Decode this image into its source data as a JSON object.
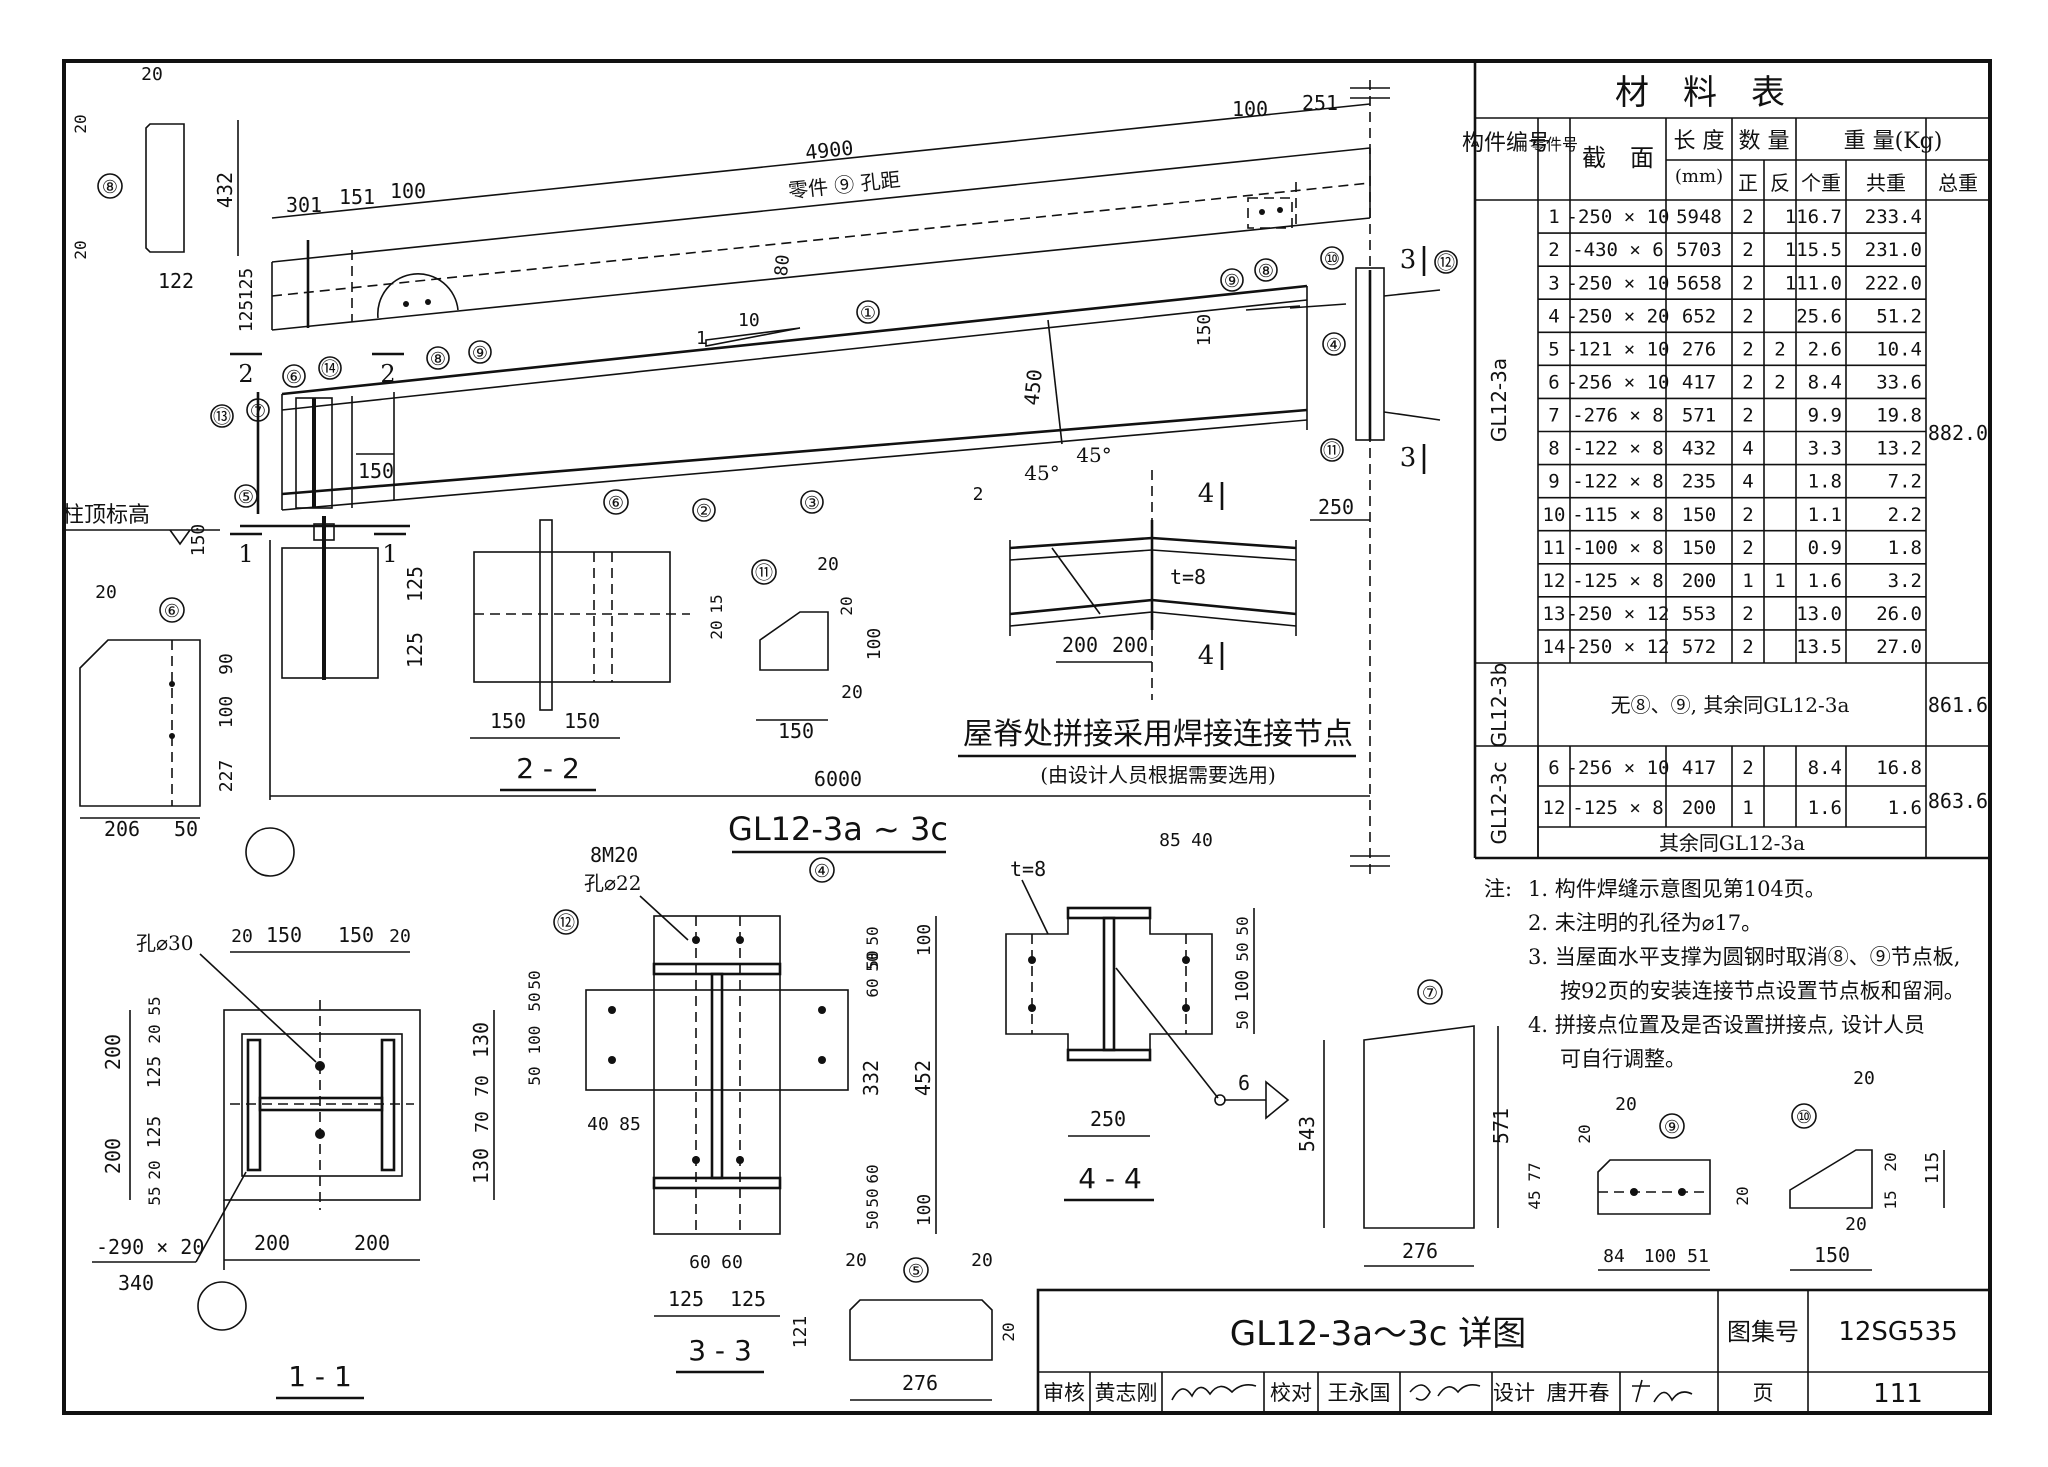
{
  "main_beam": {
    "dim_hole_spacing": "4900",
    "hole_spacing_label": "零件 ⑨ 孔距",
    "dim_301": "301",
    "dim_151": "151",
    "dim_100a": "100",
    "dim_100b": "100",
    "dim_251": "251",
    "dim_80": "80",
    "dim_125a": "125",
    "dim_125b": "125",
    "dim_150a": "150",
    "dim_450": "450",
    "dim_150b": "150",
    "dim_250": "250",
    "dim_6000": "6000",
    "dim_150c": "150",
    "slope_1": "1",
    "slope_10": "10",
    "col_top_label": "柱顶标高",
    "sec_2": "2",
    "sec_1": "1",
    "sec_3": "3",
    "sec_4": "4",
    "part_labels": [
      "①",
      "②",
      "③",
      "④",
      "⑤",
      "⑥",
      "⑦",
      "⑧",
      "⑨",
      "⑩",
      "⑪",
      "⑫",
      "⑬",
      "⑭"
    ],
    "drawing_title": "GL12-3a ~ 3c"
  },
  "plate8": {
    "dim_20": "20",
    "dim_432": "432",
    "dim_122": "122",
    "dim_20b": "20",
    "dim_20c": "20"
  },
  "plate6": {
    "dim_20": "20",
    "dim_90": "90",
    "dim_100": "100",
    "dim_227": "227",
    "dim_206": "206",
    "dim_50": "50"
  },
  "section22": {
    "dim_125a": "125",
    "dim_125b": "125",
    "dim_150a": "150",
    "dim_150b": "150",
    "title": "2 - 2"
  },
  "plate11": {
    "dim_20a": "20",
    "dim_20b": "20",
    "dim_15": "15",
    "dim_100": "100",
    "dim_20c": "20",
    "dim_150": "150",
    "dim_20d": "20"
  },
  "ridge": {
    "angle_a": "45°",
    "angle_b": "45°",
    "dim_2": "2",
    "t_label": "t=8",
    "dim_200a": "200",
    "dim_200b": "200",
    "title": "屋脊处拼接采用焊接连接节点",
    "subtitle": "(由设计人员根据需要选用)"
  },
  "section11": {
    "hole": "孔⌀30",
    "d20a": "20",
    "d150a": "150",
    "d150b": "150",
    "d20b": "20",
    "d200a": "200",
    "d125a": "125",
    "d125b": "125",
    "d200b": "200",
    "d55a": "55",
    "d20c": "20",
    "d20d": "20",
    "d55b": "55",
    "d130a": "130",
    "d70a": "70",
    "d70b": "70",
    "d130b": "130",
    "d200c": "200",
    "d200d": "200",
    "plate": "-290 × 20",
    "d340": "340",
    "title": "1 - 1"
  },
  "section33": {
    "bolts": "8M20",
    "hole": "孔⌀22",
    "d50a": "50",
    "d50b": "50",
    "d100a": "100",
    "d50c": "50",
    "d50d": "50",
    "d60a": "60",
    "d50e": "50",
    "d332": "332",
    "d452": "452",
    "d60b": "60",
    "d50f": "50",
    "d50g": "50",
    "d100b": "100",
    "d40": "40",
    "d85": "85",
    "d60c": "60",
    "d60d": "60",
    "d125a": "125",
    "d125b": "125",
    "title": "3 - 3"
  },
  "section44": {
    "t_label": "t=8",
    "d85": "85",
    "d40": "40",
    "d50a": "50",
    "d50b": "50",
    "d100": "100",
    "d50c": "50",
    "d250": "250",
    "weld": "6",
    "title": "4 - 4"
  },
  "plate5": {
    "d20a": "20",
    "d20b": "20",
    "d121": "121",
    "d20c": "20",
    "d276": "276"
  },
  "plate7": {
    "d543": "543",
    "d571": "571",
    "d276": "276"
  },
  "plate9": {
    "d20": "20",
    "d20b": "20",
    "d45": "45",
    "d77": "77",
    "d84": "84",
    "d100": "100",
    "d51": "51"
  },
  "plate10": {
    "d20a": "20",
    "d20b": "20",
    "d20c": "20",
    "d15": "15",
    "d115": "115",
    "d20d": "20",
    "d150": "150"
  },
  "material_table": {
    "title": "材　料　表",
    "h_member": "构件编号",
    "h_part": "零件号",
    "h_section": "截　面",
    "h_length": "长 度",
    "h_length_unit": "(mm)",
    "h_qty": "数 量",
    "h_qty_pos": "正",
    "h_qty_neg": "反",
    "h_weight": "重 量(Kg)",
    "h_w_each": "个重",
    "h_w_sum": "共重",
    "h_w_total": "总重",
    "member_a": "GL12-3a",
    "total_a": "882.0",
    "rows_a": [
      {
        "no": "1",
        "sec": "-250 × 10",
        "len": "5948",
        "pos": "2",
        "neg": "",
        "each": "116.7",
        "sum": "233.4"
      },
      {
        "no": "2",
        "sec": "-430 × 6",
        "len": "5703",
        "pos": "2",
        "neg": "",
        "each": "115.5",
        "sum": "231.0"
      },
      {
        "no": "3",
        "sec": "-250 × 10",
        "len": "5658",
        "pos": "2",
        "neg": "",
        "each": "111.0",
        "sum": "222.0"
      },
      {
        "no": "4",
        "sec": "-250 × 20",
        "len": "652",
        "pos": "2",
        "neg": "",
        "each": "25.6",
        "sum": "51.2"
      },
      {
        "no": "5",
        "sec": "-121 × 10",
        "len": "276",
        "pos": "2",
        "neg": "2",
        "each": "2.6",
        "sum": "10.4"
      },
      {
        "no": "6",
        "sec": "-256 × 10",
        "len": "417",
        "pos": "2",
        "neg": "2",
        "each": "8.4",
        "sum": "33.6"
      },
      {
        "no": "7",
        "sec": "-276 × 8",
        "len": "571",
        "pos": "2",
        "neg": "",
        "each": "9.9",
        "sum": "19.8"
      },
      {
        "no": "8",
        "sec": "-122 × 8",
        "len": "432",
        "pos": "4",
        "neg": "",
        "each": "3.3",
        "sum": "13.2"
      },
      {
        "no": "9",
        "sec": "-122 × 8",
        "len": "235",
        "pos": "4",
        "neg": "",
        "each": "1.8",
        "sum": "7.2"
      },
      {
        "no": "10",
        "sec": "-115 × 8",
        "len": "150",
        "pos": "2",
        "neg": "",
        "each": "1.1",
        "sum": "2.2"
      },
      {
        "no": "11",
        "sec": "-100 × 8",
        "len": "150",
        "pos": "2",
        "neg": "",
        "each": "0.9",
        "sum": "1.8"
      },
      {
        "no": "12",
        "sec": "-125 × 8",
        "len": "200",
        "pos": "1",
        "neg": "1",
        "each": "1.6",
        "sum": "3.2"
      },
      {
        "no": "13",
        "sec": "-250 × 12",
        "len": "553",
        "pos": "2",
        "neg": "",
        "each": "13.0",
        "sum": "26.0"
      },
      {
        "no": "14",
        "sec": "-250 × 12",
        "len": "572",
        "pos": "2",
        "neg": "",
        "each": "13.5",
        "sum": "27.0"
      }
    ],
    "member_b": "GL12-3b",
    "note_b": "无⑧、⑨, 其余同GL12-3a",
    "total_b": "861.6",
    "member_c": "GL12-3c",
    "total_c": "863.6",
    "rows_c": [
      {
        "no": "6",
        "sec": "-256 × 10",
        "len": "417",
        "pos": "2",
        "neg": "",
        "each": "8.4",
        "sum": "16.8"
      },
      {
        "no": "12",
        "sec": "-125 × 8",
        "len": "200",
        "pos": "1",
        "neg": "",
        "each": "1.6",
        "sum": "1.6"
      }
    ],
    "note_c": "其余同GL12-3a"
  },
  "notes": {
    "label": "注:",
    "items": [
      "1. 构件焊缝示意图见第104页。",
      "2. 未注明的孔径为⌀17。",
      "3. 当屋面水平支撑为圆钢时取消⑧、⑨节点板,",
      "按92页的安装连接节点设置节点板和留洞。",
      "4. 拼接点位置及是否设置拼接点, 设计人员",
      "可自行调整。"
    ]
  },
  "title_block": {
    "title": "GL12-3a～3c 详图",
    "atlas_label": "图集号",
    "atlas_no": "12SG535",
    "review_label": "审核",
    "reviewer": "黄志刚",
    "check_label": "校对",
    "checker": "王永国",
    "design_label": "设计",
    "designer": "唐开春",
    "page_label": "页",
    "page_no": "111"
  }
}
